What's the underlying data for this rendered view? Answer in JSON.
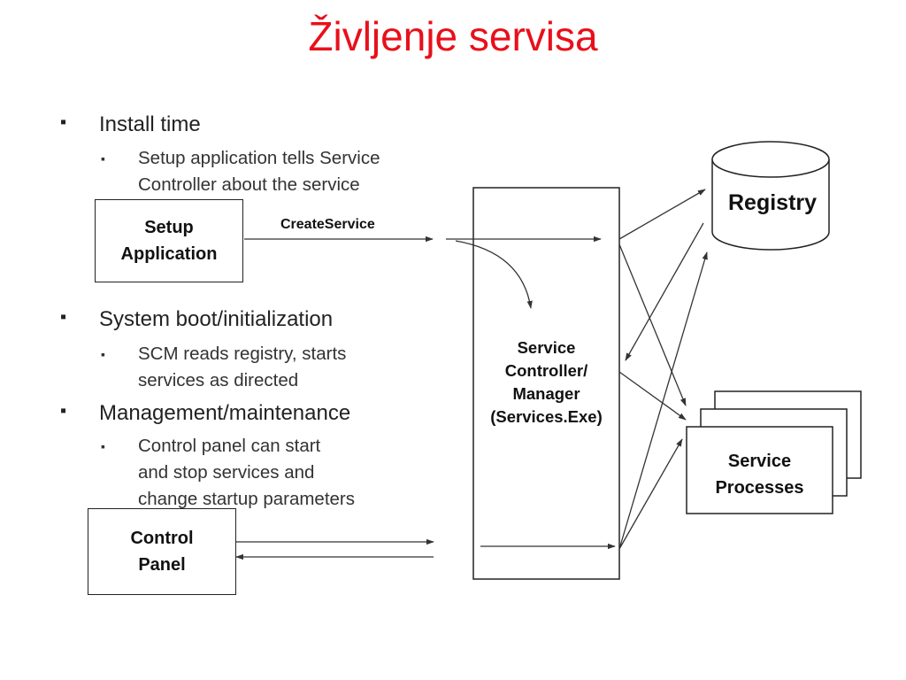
{
  "title": "Življenje servisa",
  "bullets": {
    "install_time": "Install time",
    "install_sub": [
      "Setup application tells Service",
      "Controller about the service"
    ],
    "boot": "System boot/initialization",
    "boot_sub": [
      "SCM reads registry, starts",
      "services as directed"
    ],
    "management": "Management/maintenance",
    "management_sub": [
      "Control panel can start",
      "and stop services and",
      "change startup parameters"
    ]
  },
  "diagram": {
    "setup_app": [
      "Setup",
      "Application"
    ],
    "create_service": "CreateService",
    "scm": [
      "Service",
      "Controller/",
      "Manager",
      "(Services.Exe)"
    ],
    "registry": "Registry",
    "service_processes": [
      "Service",
      "Processes"
    ],
    "control_panel": [
      "Control",
      "Panel"
    ]
  }
}
